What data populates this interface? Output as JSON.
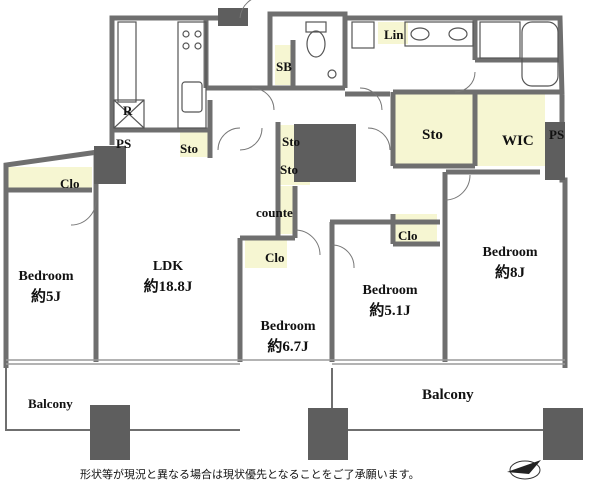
{
  "rooms": {
    "bedroom_west": {
      "name": "Bedroom",
      "area": "約5J"
    },
    "ldk": {
      "name": "LDK",
      "area": "約18.8J"
    },
    "bedroom_center": {
      "name": "Bedroom",
      "area": "約6.7J"
    },
    "bedroom_mid": {
      "name": "Bedroom",
      "area": "約5.1J"
    },
    "bedroom_east": {
      "name": "Bedroom",
      "area": "約8J"
    }
  },
  "labels": {
    "lin": "Lin",
    "sb": "SB",
    "r": "R",
    "ps_left": "PS",
    "sto_kitchen": "Sto",
    "sto_hall_1": "Sto",
    "sto_hall_2": "Sto",
    "sto_large": "Sto",
    "wic": "WIC",
    "ps_right": "PS",
    "clo_west": "Clo",
    "clo_center": "Clo",
    "clo_mid": "Clo",
    "counter": "counte",
    "balcony_west": "Balcony",
    "balcony_east": "Balcony"
  },
  "note": "形状等が現況と異なる場合は現状優先となることをご了承願います。",
  "colors": {
    "wall": "#6f6f6f",
    "column": "#5e5e5e",
    "storage_fill": "#f6f6d2",
    "window": "#c9c9c9"
  },
  "compass_icon": "north-arrow-icon"
}
